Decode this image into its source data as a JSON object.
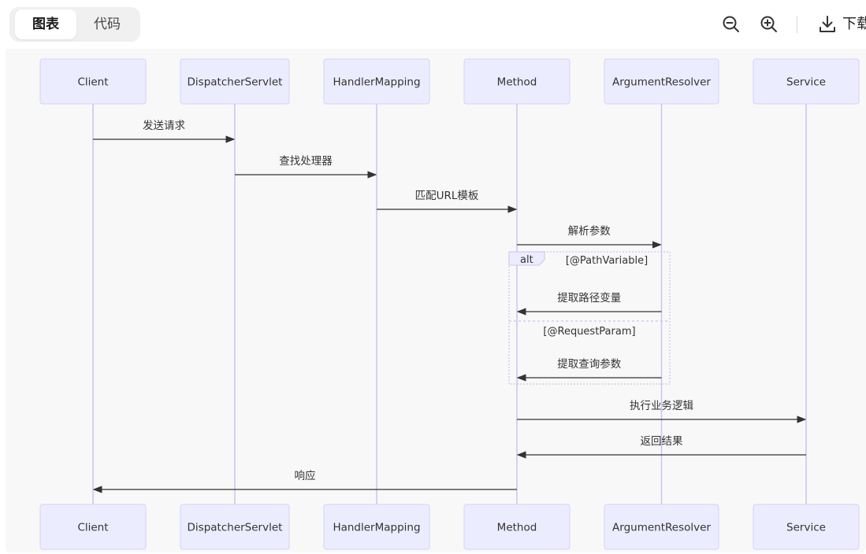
{
  "toolbar": {
    "tabs": [
      {
        "label": "图表",
        "active": true
      },
      {
        "label": "代码",
        "active": false
      }
    ],
    "icons": [
      "zoom-out-icon",
      "zoom-in-icon",
      "download-icon"
    ],
    "download_label": "下载"
  },
  "diagram": {
    "type": "sequence",
    "colors": {
      "actor_fill": "#ececff",
      "actor_border": "#d6d2f5",
      "lifeline": "#cbc4ee",
      "message": "#333333",
      "text": "#333333",
      "alt_border": "#cbc4ee",
      "alt_label_fill": "#ececff"
    },
    "participants": [
      "Client",
      "DispatcherServlet",
      "HandlerMapping",
      "Method",
      "ArgumentResolver",
      "Service"
    ],
    "messages": [
      {
        "from": "Client",
        "to": "DispatcherServlet",
        "text": "发送请求"
      },
      {
        "from": "DispatcherServlet",
        "to": "HandlerMapping",
        "text": "查找处理器"
      },
      {
        "from": "HandlerMapping",
        "to": "Method",
        "text": "匹配URL模板"
      },
      {
        "from": "Method",
        "to": "ArgumentResolver",
        "text": "解析参数"
      },
      {
        "from": "ArgumentResolver",
        "to": "Method",
        "text": "提取路径变量"
      },
      {
        "from": "ArgumentResolver",
        "to": "Method",
        "text": "提取查询参数"
      },
      {
        "from": "Method",
        "to": "Service",
        "text": "执行业务逻辑"
      },
      {
        "from": "Service",
        "to": "Method",
        "text": "返回结果"
      },
      {
        "from": "Method",
        "to": "Client",
        "text": "响应"
      }
    ],
    "alt_block": {
      "label": "alt",
      "sections": [
        {
          "condition": "[@PathVariable]"
        },
        {
          "condition": "[@RequestParam]"
        }
      ]
    }
  }
}
